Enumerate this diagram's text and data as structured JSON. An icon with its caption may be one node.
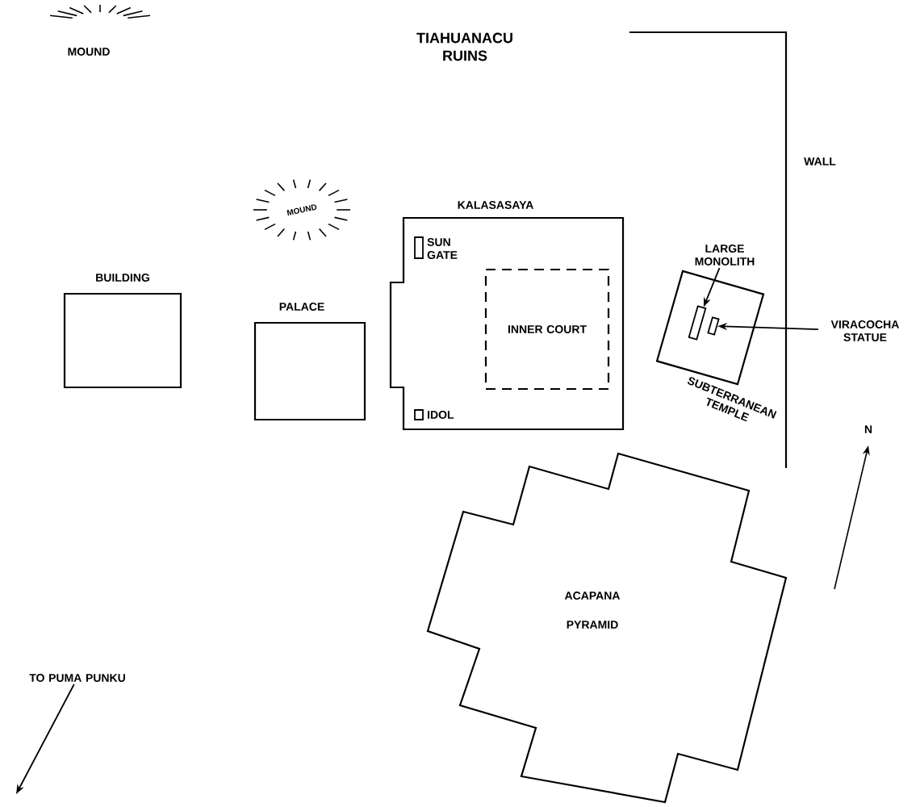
{
  "diagram": {
    "title": "TIAHUANACU RUINS",
    "nodes": [
      {
        "text": [
          "MOUND"
        ]
      },
      {
        "text": [
          "MOUND"
        ]
      },
      {
        "text": [
          "BUILDING"
        ]
      },
      {
        "text": [
          "PALACE"
        ]
      },
      {
        "text": [
          "KALASASAYA"
        ]
      },
      {
        "text": [],
        "shape": "box",
        "in": 4,
        "beside": [
          "SUN GATE"
        ]
      },
      {
        "text": [
          "INNER COURT"
        ],
        "in": 4
      },
      {
        "text": [],
        "shape": "box",
        "in": 4,
        "beside": [
          "IDOL"
        ]
      },
      {
        "text": [
          "SUBTERRANEAN TEMPLE"
        ]
      },
      {
        "text": [],
        "shape": "box",
        "in": 8
      },
      {
        "text": [],
        "shape": "box",
        "in": 8
      },
      {
        "text": [
          "LARGE MONOLITH"
        ]
      },
      {
        "text": [
          "VIRACOCHA STATUE"
        ]
      },
      {
        "text": [
          "ACAPANA PYRAMID"
        ]
      },
      {
        "text": [
          "TO PUMA PUNKU"
        ]
      }
    ],
    "edges": [
      {
        "from": 11,
        "to": 9,
        "arrow": "to"
      },
      {
        "from": 12,
        "to": 10,
        "arrow": "to"
      },
      {
        "from": 14,
        "to": null,
        "arrow": "to"
      }
    ],
    "labels": [
      "WALL",
      "N"
    ]
  }
}
